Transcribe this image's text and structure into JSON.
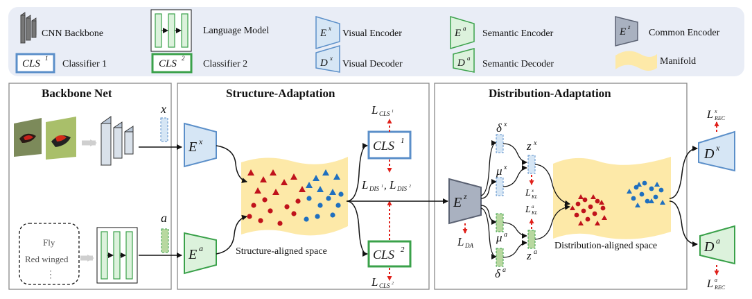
{
  "legend": {
    "cnn_backbone": "CNN Backbone",
    "language_model": "Language Model",
    "visual_encoder": "Visual Encoder",
    "semantic_encoder": "Semantic Encoder",
    "common_encoder": "Common Encoder",
    "classifier_1": "Classifier 1",
    "classifier_2": "Classifier 2",
    "visual_decoder": "Visual Decoder",
    "semantic_decoder": "Semantic Decoder",
    "manifold": "Manifold"
  },
  "panels": {
    "backbone": "Backbone Net",
    "structure": "Structure-Adaptation",
    "distribution": "Distribution-Adaptation"
  },
  "text_attrs": {
    "fly": "Fly",
    "red_winged": "Red winged",
    "dots": "⋮"
  },
  "spaces": {
    "structure": "Structure-aligned space",
    "distribution": "Distribution-aligned space"
  },
  "colors": {
    "visual_blue": "#d6e6f5",
    "visual_blue_stroke": "#5b8fc9",
    "semantic_green": "#dcf2dc",
    "semantic_green_stroke": "#3aa14a",
    "common_gray": "#a9b1c0",
    "manifold_yellow": "#fde9a8",
    "point_red": "#c0121b",
    "point_blue": "#1f6fbf",
    "loss_arrow_red": "#e0211b",
    "legend_bg": "#e9edf6"
  }
}
